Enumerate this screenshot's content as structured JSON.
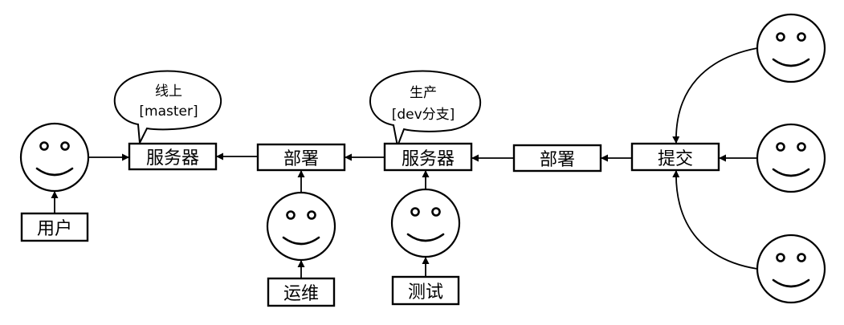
{
  "boxes": {
    "user": "用户",
    "server_online": "服务器",
    "deploy_online": "部署",
    "server_production": "服务器",
    "deploy_production": "部署",
    "commit": "提交",
    "ops": "运维",
    "test": "测试"
  },
  "bubbles": {
    "online": {
      "line1": "线上",
      "line2": "[master]"
    },
    "production": {
      "line1": "生产",
      "line2": "[dev分支]"
    }
  },
  "faces": [
    "user-face",
    "ops-face",
    "tester-face",
    "developer-face-top",
    "developer-face-middle",
    "developer-face-bottom"
  ],
  "colors": {
    "stroke": "#000000",
    "fill": "#ffffff"
  }
}
